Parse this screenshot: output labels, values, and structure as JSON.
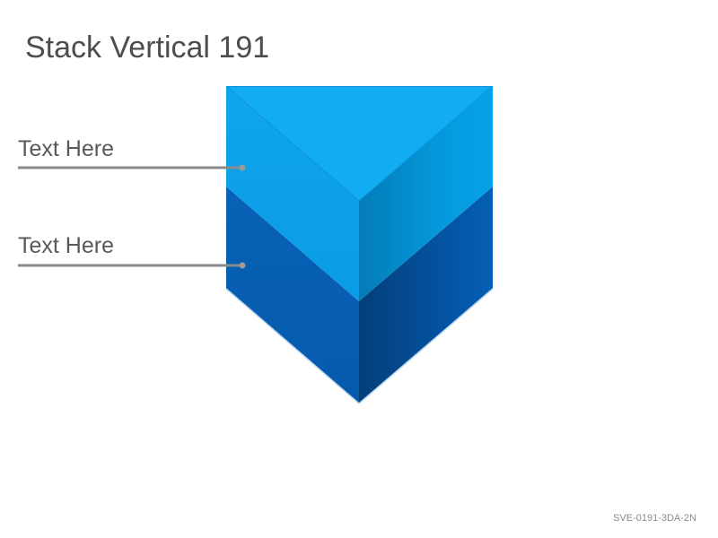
{
  "slide": {
    "title": "Stack Vertical 191",
    "footer_code": "SVE-0191-3DA-2N"
  },
  "layers": [
    {
      "label": "Text Here",
      "color": "#0fa8ef"
    },
    {
      "label": "Text Here",
      "color": "#0a64b8"
    }
  ]
}
